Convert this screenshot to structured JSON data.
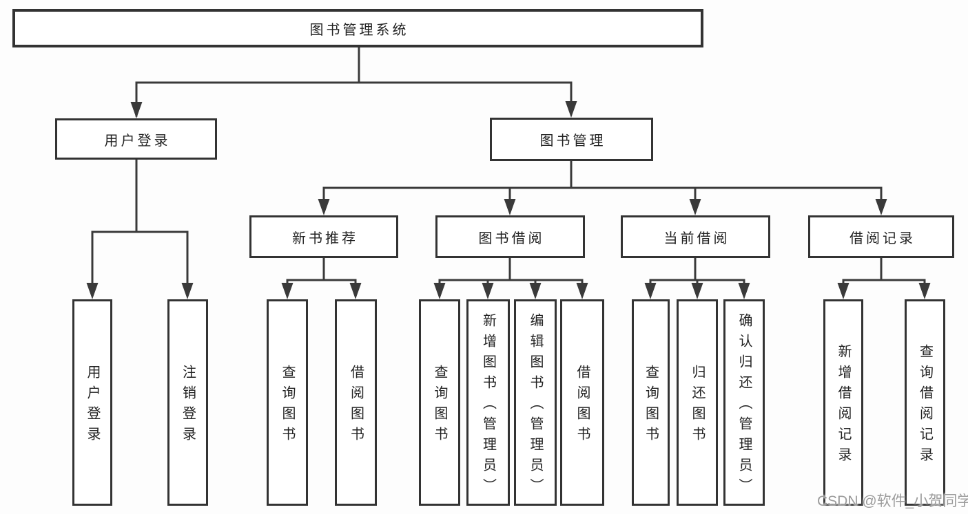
{
  "diagram": {
    "type": "hierarchy-tree",
    "title": "图书管理系统",
    "watermark": "CSDN @软件_小贺同学",
    "colors": {
      "background": "#fdfdfd",
      "box_fill": "#ffffff",
      "box_border": "#333333",
      "line": "#3a3a3a",
      "text": "#222222",
      "watermark_text": "#9b9b9b"
    }
  },
  "nodes": {
    "root": {
      "label": "图书管理系统"
    },
    "user_login": {
      "label": "用户登录"
    },
    "book_management": {
      "label": "图书管理"
    },
    "new_book_recommend": {
      "label": "新书推荐"
    },
    "book_borrow": {
      "label": "图书借阅"
    },
    "current_borrow": {
      "label": "当前借阅"
    },
    "borrow_records": {
      "label": "借阅记录"
    },
    "leaf_user_login": {
      "label": "用户登录"
    },
    "leaf_logout": {
      "label": "注销登录"
    },
    "leaf_query_books_1": {
      "label": "查询图书"
    },
    "leaf_borrow_books_1": {
      "label": "借阅图书"
    },
    "leaf_query_books_2": {
      "label": "查询图书"
    },
    "leaf_add_book_admin": {
      "label": "新增图书（管理员）"
    },
    "leaf_edit_book_admin": {
      "label": "编辑图书（管理员）"
    },
    "leaf_borrow_books_2": {
      "label": "借阅图书"
    },
    "leaf_query_books_3": {
      "label": "查询图书"
    },
    "leaf_return_book": {
      "label": "归还图书"
    },
    "leaf_confirm_return_admin": {
      "label": "确认归还（管理员）"
    },
    "leaf_add_borrow_record": {
      "label": "新增借阅记录"
    },
    "leaf_query_borrow_record": {
      "label": "查询借阅记录"
    }
  },
  "hierarchy": {
    "图书管理系统": {
      "用户登录": [
        "用户登录",
        "注销登录"
      ],
      "图书管理": {
        "新书推荐": [
          "查询图书",
          "借阅图书"
        ],
        "图书借阅": [
          "查询图书",
          "新增图书（管理员）",
          "编辑图书（管理员）",
          "借阅图书"
        ],
        "当前借阅": [
          "查询图书",
          "归还图书",
          "确认归还（管理员）"
        ],
        "借阅记录": [
          "新增借阅记录",
          "查询借阅记录"
        ]
      }
    }
  }
}
